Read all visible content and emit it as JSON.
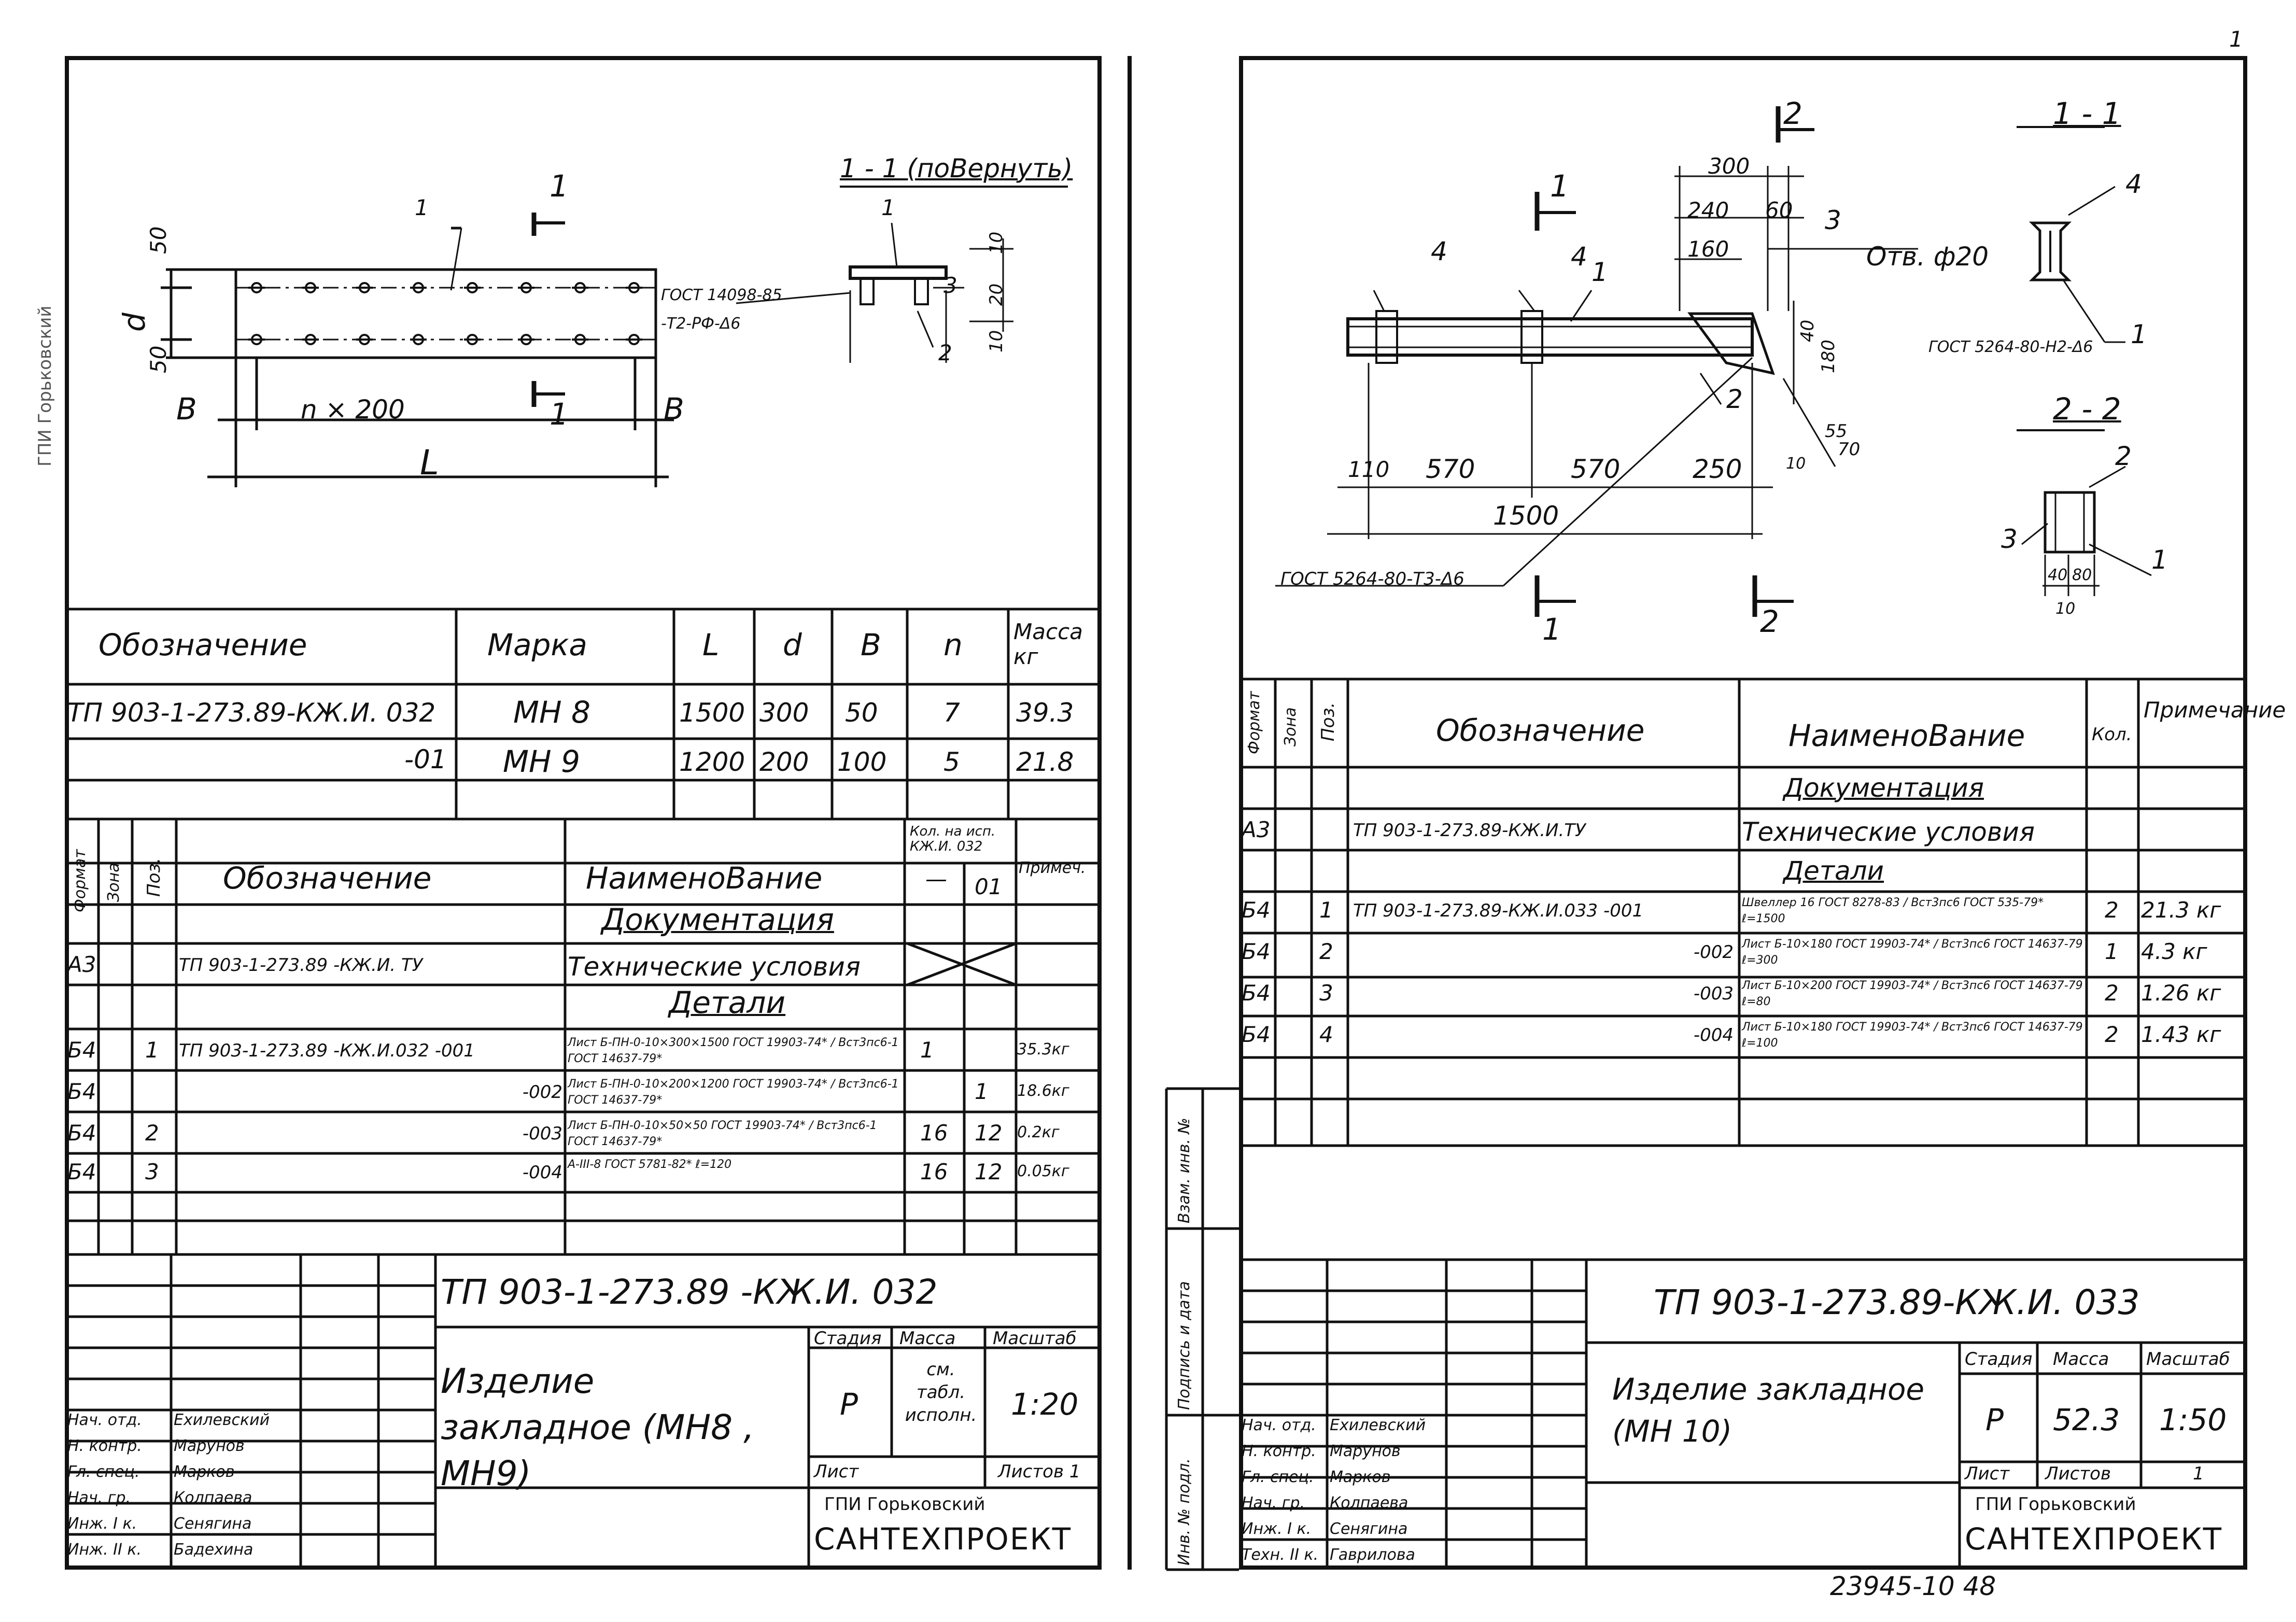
{
  "corner_number": "1",
  "margin_stamp": "ГПИ Горьковский",
  "bottom_numbers": "23945-10   48",
  "left": {
    "drawing": {
      "section_title": "1 - 1 (поВернуть)",
      "section_mark": "1",
      "dim_50_top": "50",
      "dim_d": "d",
      "dim_50_bot": "50",
      "dim_b_left": "В",
      "dim_nx200": "n × 200",
      "dim_b_right": "В",
      "dim_L": "L",
      "pos_1_plan": "1",
      "pos_1_section": "1",
      "pos_2_section": "2",
      "pos_3_section": "3",
      "weld_note_1": "ГОСТ 14098-85",
      "weld_note_2": "-Т2-РФ-Δ6",
      "dim_10_a": "10",
      "dim_20": "20",
      "dim_10_b": "10"
    },
    "variants": {
      "headers": [
        "Обозначение",
        "Марка",
        "L",
        "d",
        "В",
        "n",
        "Масса кг"
      ],
      "rows": [
        [
          "ТП 903-1-273.89-КЖ.И. 032",
          "МН 8",
          "1500",
          "300",
          "50",
          "7",
          "39.3"
        ],
        [
          "-01",
          "МН 9",
          "1200",
          "200",
          "100",
          "5",
          "21.8"
        ]
      ]
    },
    "spec": {
      "col_format": "Формат",
      "col_zone": "Зона",
      "col_pos": "Поз.",
      "col_designation": "Обозначение",
      "col_name": "НаименоВание",
      "col_qty": "Кол. на исп. КЖ.И. 032",
      "col_qty_a": "—",
      "col_qty_b": "01",
      "col_note": "Примеч.",
      "section_docs": "Документация",
      "section_parts": "Детали",
      "rows": [
        {
          "format": "А3",
          "pos": "",
          "designation": "ТП 903-1-273.89 -КЖ.И. ТУ",
          "name": "Технические условия",
          "q1": "",
          "q2": "",
          "note": ""
        },
        {
          "format": "Б4",
          "pos": "1",
          "designation": "ТП 903-1-273.89 -КЖ.И.032 -001",
          "name": "Лист Б-ПН-0-10×300×1500 ГОСТ 19903-74* / Вст3пс6-1 ГОСТ 14637-79*",
          "q1": "1",
          "q2": "",
          "note": "35.3кг"
        },
        {
          "format": "Б4",
          "pos": "",
          "designation": "-002",
          "name": "Лист Б-ПН-0-10×200×1200 ГОСТ 19903-74* / Вст3пс6-1 ГОСТ 14637-79*",
          "q1": "",
          "q2": "1",
          "note": "18.6кг"
        },
        {
          "format": "Б4",
          "pos": "2",
          "designation": "-003",
          "name": "Лист Б-ПН-0-10×50×50 ГОСТ 19903-74* / Вст3пс6-1 ГОСТ 14637-79*",
          "q1": "16",
          "q2": "12",
          "note": "0.2кг"
        },
        {
          "format": "Б4",
          "pos": "3",
          "designation": "-004",
          "name": "А-III-8 ГОСТ 5781-82*  ℓ=120",
          "q1": "16",
          "q2": "12",
          "note": "0.05кг"
        }
      ]
    },
    "title_block": {
      "code": "ТП 903-1-273.89  -КЖ.И. 032",
      "name": "Изделие закладное (МН8 , МН9)",
      "stage_label": "Стадия",
      "mass_label": "Масса",
      "scale_label": "Масштаб",
      "stage": "Р",
      "mass": "см. табл. исполн.",
      "scale": "1:20",
      "sheet_label": "Лист",
      "sheets_label": "Листов 1",
      "org1": "ГПИ Горьковский",
      "org2": "САНТЕХПРОЕКТ",
      "staff": [
        [
          "Нач. отд.",
          "Ехилевский"
        ],
        [
          "Н. контр.",
          "Марунов"
        ],
        [
          "Гл. спец.",
          "Марков"
        ],
        [
          "Нач. гр.",
          "Колпаева"
        ],
        [
          "Инж. I к.",
          "Сенягина"
        ],
        [
          "Инж. II к.",
          "Бадехина"
        ]
      ]
    }
  },
  "right": {
    "drawing": {
      "section_1_title": "1 - 1",
      "section_2_title": "2 - 2",
      "mark_2_top": "2",
      "mark_1_left": "1",
      "mark_1_bottom": "1",
      "mark_2_bottom": "2",
      "dim_300": "300",
      "dim_240": "240",
      "dim_60": "60",
      "dim_160": "160",
      "hole": "Отв. ф20",
      "pos_3": "3",
      "pos_4_a": "4",
      "pos_4_b": "4",
      "pos_1": "1",
      "pos_2": "2",
      "dim_40": "40",
      "dim_180": "180",
      "dim_55": "55",
      "dim_70": "70",
      "dim_10": "10",
      "dim_110": "110",
      "dim_570_a": "570",
      "dim_570_b": "570",
      "dim_250": "250",
      "dim_1500": "1500",
      "weld_note_main": "ГОСТ 5264-80-Т3-Δ6",
      "weld_note_sec": "ГОСТ 5264-80-Н2-Δ6",
      "sec1_pos_4": "4",
      "sec1_pos_1": "1",
      "sec2_pos_2": "2",
      "sec2_pos_3": "3",
      "sec2_pos_1": "1",
      "sec2_dim_40": "40",
      "sec2_dim_80": "80",
      "sec2_dim_10": "10"
    },
    "spec": {
      "col_format": "Формат",
      "col_zone": "Зона",
      "col_pos": "Поз.",
      "col_designation": "Обозначение",
      "col_name": "НаименоВание",
      "col_qty": "Кол.",
      "col_note": "Примечание",
      "section_docs": "Документация",
      "section_parts": "Детали",
      "rows": [
        {
          "format": "А3",
          "pos": "",
          "designation": "ТП 903-1-273.89-КЖ.И.ТУ",
          "name": "Технические условия",
          "qty": "",
          "note": ""
        },
        {
          "format": "Б4",
          "pos": "1",
          "designation": "ТП 903-1-273.89-КЖ.И.033  -001",
          "name": "Швеллер 16 ГОСТ 8278-83 / Вст3пс6 ГОСТ 535-79*  ℓ=1500",
          "qty": "2",
          "note": "21.3 кг"
        },
        {
          "format": "Б4",
          "pos": "2",
          "designation": "-002",
          "name": "Лист Б-10×180 ГОСТ 19903-74* / Вст3пс6 ГОСТ 14637-79  ℓ=300",
          "qty": "1",
          "note": "4.3 кг"
        },
        {
          "format": "Б4",
          "pos": "3",
          "designation": "-003",
          "name": "Лист Б-10×200 ГОСТ 19903-74* / Вст3пс6 ГОСТ 14637-79  ℓ=80",
          "qty": "2",
          "note": "1.26 кг"
        },
        {
          "format": "Б4",
          "pos": "4",
          "designation": "-004",
          "name": "Лист Б-10×180 ГОСТ 19903-74* / Вст3пс6 ГОСТ 14637-79  ℓ=100",
          "qty": "2",
          "note": "1.43 кг"
        }
      ]
    },
    "side_stamp": [
      "Инв. № подл.",
      "Подпись и дата",
      "Взам. инв. №"
    ],
    "title_block": {
      "code": "ТП 903-1-273.89-КЖ.И. 033",
      "name": "Изделие закладное (МН 10)",
      "stage_label": "Стадия",
      "mass_label": "Масса",
      "scale_label": "Масштаб",
      "stage": "Р",
      "mass": "52.3",
      "scale": "1:50",
      "sheet_label": "Лист",
      "sheets_label": "Листов",
      "sheets_value": "1",
      "org1": "ГПИ Горьковский",
      "org2": "САНТЕХПРОЕКТ",
      "staff": [
        [
          "Нач. отд.",
          "Ехилевский"
        ],
        [
          "Н. контр.",
          "Марунов"
        ],
        [
          "Гл. спец.",
          "Марков"
        ],
        [
          "Нач. гр.",
          "Колпаева"
        ],
        [
          "Инж. I к.",
          "Сенягина"
        ],
        [
          "Техн. II к.",
          "Гаврилова"
        ]
      ]
    }
  }
}
